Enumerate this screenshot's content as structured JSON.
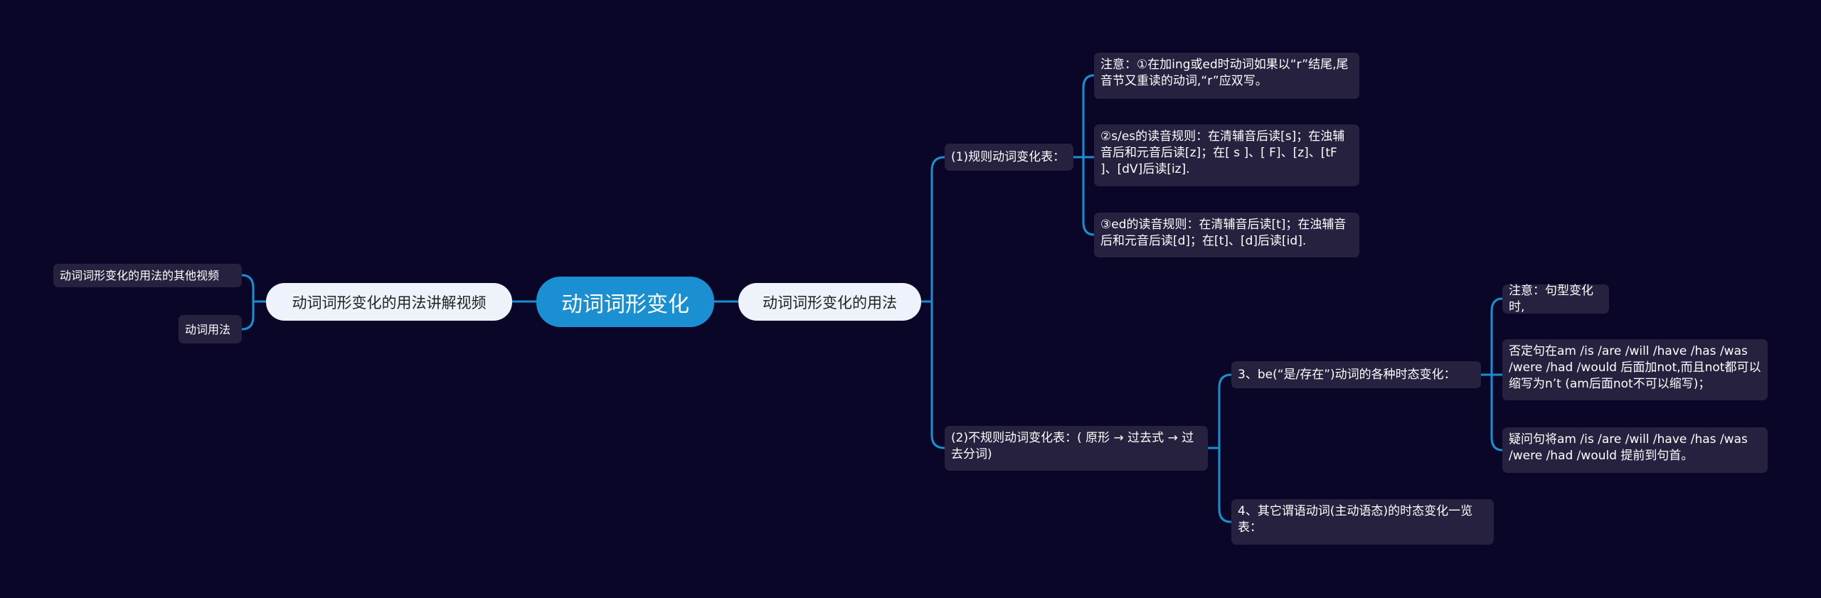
{
  "root": {
    "label": "动词词形变化"
  },
  "left": {
    "label": "动词词形变化的用法讲解视频",
    "children": [
      "动词词形变化的用法的其他视频",
      "动词用法"
    ]
  },
  "right": {
    "label": "动词词形变化的用法",
    "regular": {
      "label": "(1)规则动词变化表：",
      "notes": [
        "注意：①在加ing或ed时动词如果以“r”结尾,尾音节又重读的动词,“r”应双写。",
        "②s/es的读音规则：在清辅音后读[s]；在浊辅音后和元音后读[z]；在[ s ]、[ F]、[z]、[tF ]、[dV]后读[iz].",
        "③ed的读音规则：在清辅音后读[t]；在浊辅音后和元音后读[d]；在[t]、[d]后读[id]."
      ]
    },
    "irregular": {
      "label": "(2)不规则动词变化表：( 原形 → 过去式 → 过去分词)",
      "be": {
        "label": "3、be(“是/存在”)动词的各种时态变化：",
        "notes": [
          "注意：句型变化时,",
          "否定句在am /is /are /will /have /has /was /were /had /would 后面加not,而且not都可以缩写为n’t (am后面not不可以缩写)；",
          "疑问句将am /is /are /will /have /has /was /were /had /would 提前到句首。"
        ]
      },
      "other": {
        "label": "4、其它谓语动词(主动语态)的时态变化一览表："
      }
    }
  },
  "colors": {
    "background": "#0a0628",
    "line": "#1a8fd2",
    "root": "#1a8fd2",
    "box": "#25213f"
  }
}
